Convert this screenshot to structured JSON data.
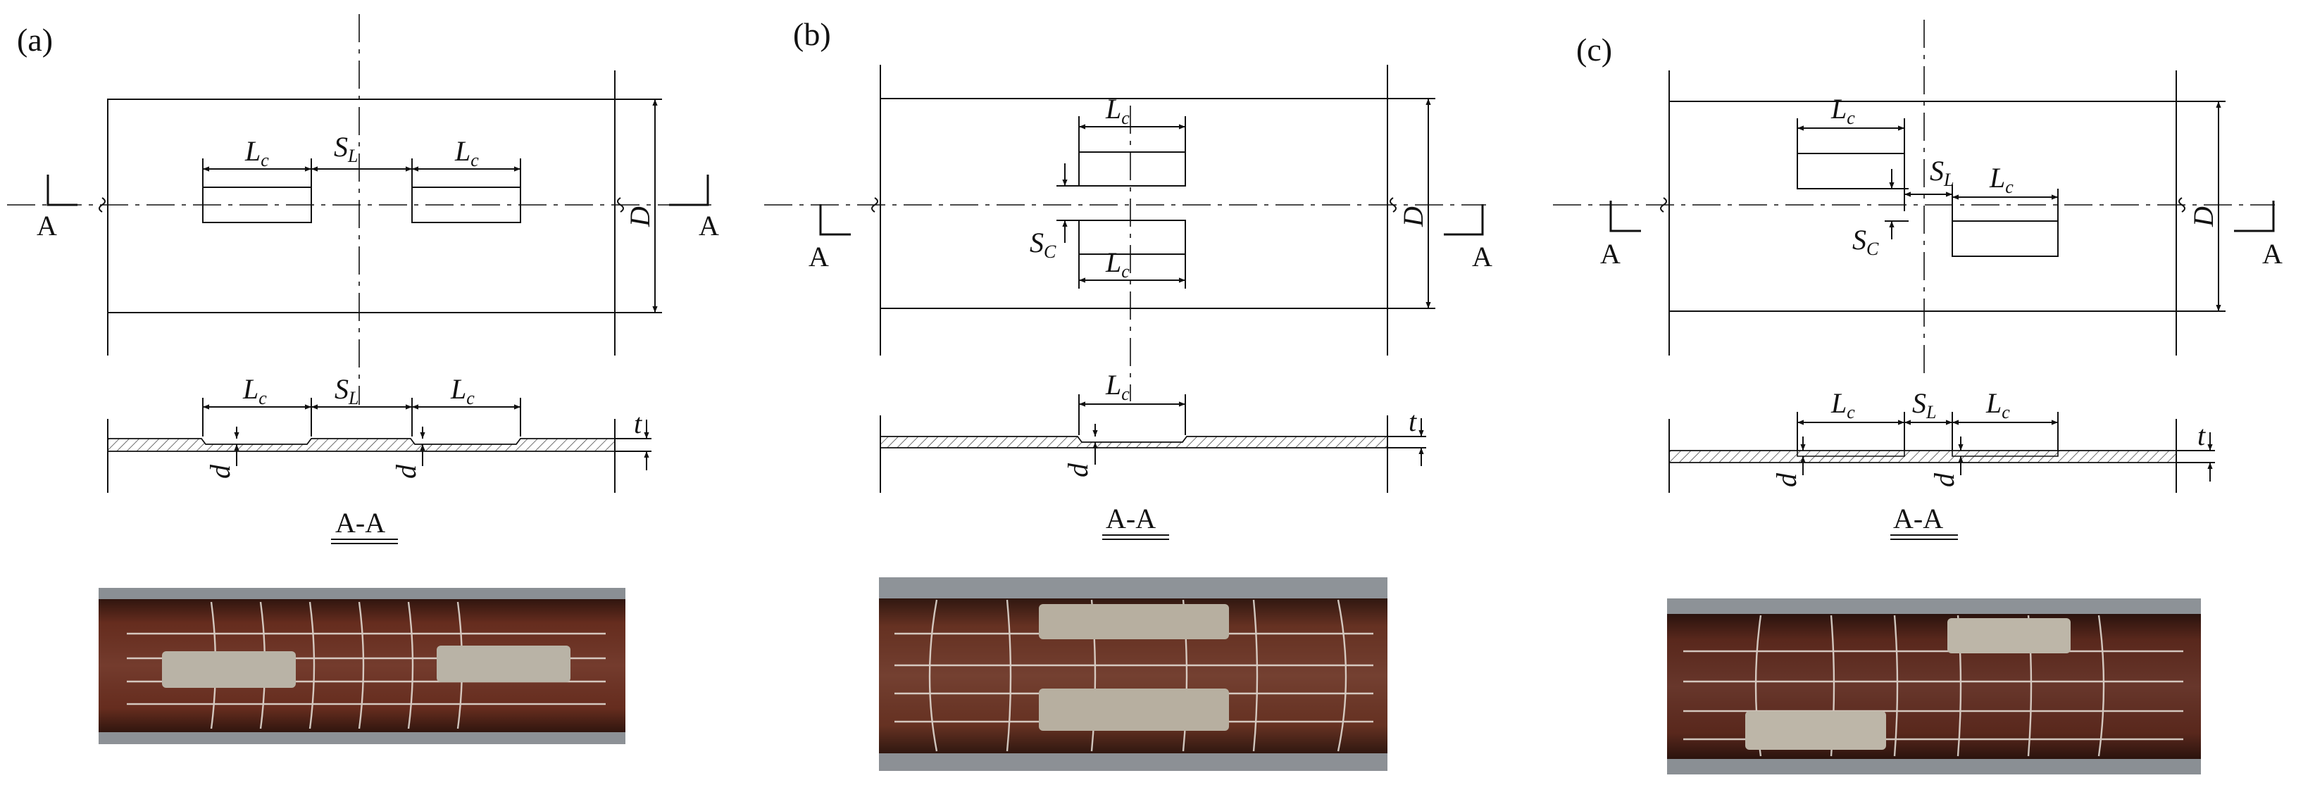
{
  "panels": [
    {
      "id": "a",
      "label": "(a)",
      "section_marks": [
        "A",
        "A"
      ],
      "diameter": "D",
      "plan_dims": [
        {
          "main": "L",
          "sub": "c"
        },
        {
          "main": "S",
          "sub": "L"
        },
        {
          "main": "L",
          "sub": "c"
        }
      ],
      "section_dims": [
        {
          "main": "L",
          "sub": "c"
        },
        {
          "main": "S",
          "sub": "L"
        },
        {
          "main": "L",
          "sub": "c"
        }
      ],
      "depth": "d",
      "thickness": "t",
      "section_title": "A-A"
    },
    {
      "id": "b",
      "label": "(b)",
      "section_marks": [
        "A",
        "A"
      ],
      "diameter": "D",
      "plan_dims": [
        {
          "main": "L",
          "sub": "c"
        },
        {
          "main": "S",
          "sub": "C"
        },
        {
          "main": "L",
          "sub": "c"
        }
      ],
      "section_dims": [
        {
          "main": "L",
          "sub": "c"
        }
      ],
      "depth": "d",
      "thickness": "t",
      "section_title": "A-A"
    },
    {
      "id": "c",
      "label": "(c)",
      "section_marks": [
        "A",
        "A"
      ],
      "diameter": "D",
      "plan_dims": [
        {
          "main": "L",
          "sub": "c"
        },
        {
          "main": "S",
          "sub": "L"
        },
        {
          "main": "L",
          "sub": "c"
        },
        {
          "main": "S",
          "sub": "C"
        }
      ],
      "section_dims": [
        {
          "main": "L",
          "sub": "c"
        },
        {
          "main": "S",
          "sub": "L"
        },
        {
          "main": "L",
          "sub": "c"
        }
      ],
      "depth": "d",
      "thickness": "t",
      "section_title": "A-A"
    }
  ],
  "photos": [
    {
      "id": "photo-a",
      "pipe_color": "#6b2f20",
      "patch_color": "#b9b3a6"
    },
    {
      "id": "photo-b",
      "pipe_color": "#6b3424",
      "patch_color": "#b7afa0"
    },
    {
      "id": "photo-c",
      "pipe_color": "#5e2a1e",
      "patch_color": "#bdb6a8"
    }
  ]
}
